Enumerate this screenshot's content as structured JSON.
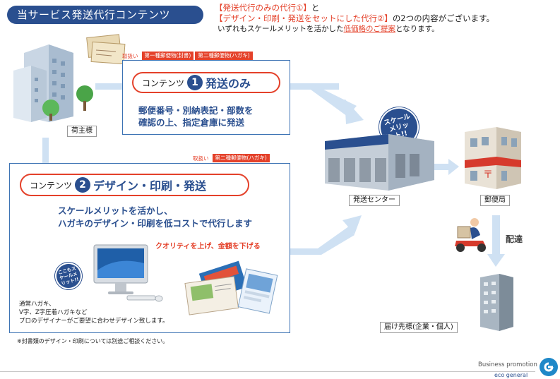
{
  "header": {
    "title": "当サービス発送代行コンテンツ",
    "intro_line1_red": "【発送代行のみの代行①】",
    "intro_line1_tail": "と",
    "intro_line2_red": "【デザイン・印刷・発送をセットにした代行②】",
    "intro_line2_tail": "の2つの内容がございます。",
    "intro_line3_pre": "いずれもスケールメリットを活かした",
    "intro_line3_underline": "低価格のご提案",
    "intro_line3_post": "となります。"
  },
  "content1": {
    "tag_lead": "取扱い",
    "tags": [
      "第一種郵便物(封書)",
      "第二種郵便物(ハガキ)"
    ],
    "label": "コンテンツ",
    "number": "1",
    "name": "発送のみ",
    "desc_line1": "郵便番号・別納表記・部数を",
    "desc_line2": "確認の上、指定倉庫に発送"
  },
  "content2": {
    "tag_lead": "取扱い",
    "tags": [
      "第二種郵便物(ハガキ)"
    ],
    "label": "コンテンツ",
    "number": "2",
    "name": "デザイン・印刷・発送",
    "desc_line1": "スケールメリットを活かし、",
    "desc_line2": "ハガキのデザイン・印刷を低コストで代行します",
    "quality": "クオリティを上げ、金額を下げる",
    "note_line1": "通常ハガキ、",
    "note_line2": "V字、Z字圧着ハガキなど",
    "note_line3": "プロのデザイナーがご要望に合わせデザイン致します。",
    "badge": "ここもスケールメリット!!"
  },
  "nodes": {
    "shipper": "荷主様",
    "center": "発送センター",
    "post_office": "郵便局",
    "destination": "届け先様(企業・個人)",
    "delivery": "配達",
    "scale_badge": "スケールメリット!!"
  },
  "footer": {
    "note": "※封書類のデザイン・印刷については別途ご相談ください。",
    "business": "Business promotion",
    "brand": "eco general"
  },
  "colors": {
    "navy": "#2a4f8f",
    "accent_red": "#e4412a",
    "line_blue": "#cfe1f3"
  }
}
